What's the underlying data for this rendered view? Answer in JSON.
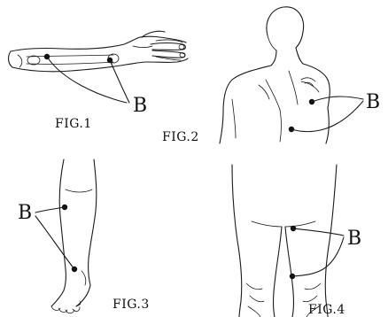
{
  "figures": [
    {
      "id": "fig1",
      "label": "FIG.1",
      "point_label": "B",
      "subject": "forearm-and-hand"
    },
    {
      "id": "fig2",
      "label": "FIG.2",
      "point_label": "B",
      "subject": "upper-back-and-shoulder"
    },
    {
      "id": "fig3",
      "label": "FIG.3",
      "point_label": "B",
      "subject": "lower-leg-and-foot"
    },
    {
      "id": "fig4",
      "label": "FIG.4",
      "point_label": "B",
      "subject": "back-of-legs"
    }
  ],
  "colors": {
    "ink": "#1a1a1a",
    "background": "#ffffff"
  }
}
